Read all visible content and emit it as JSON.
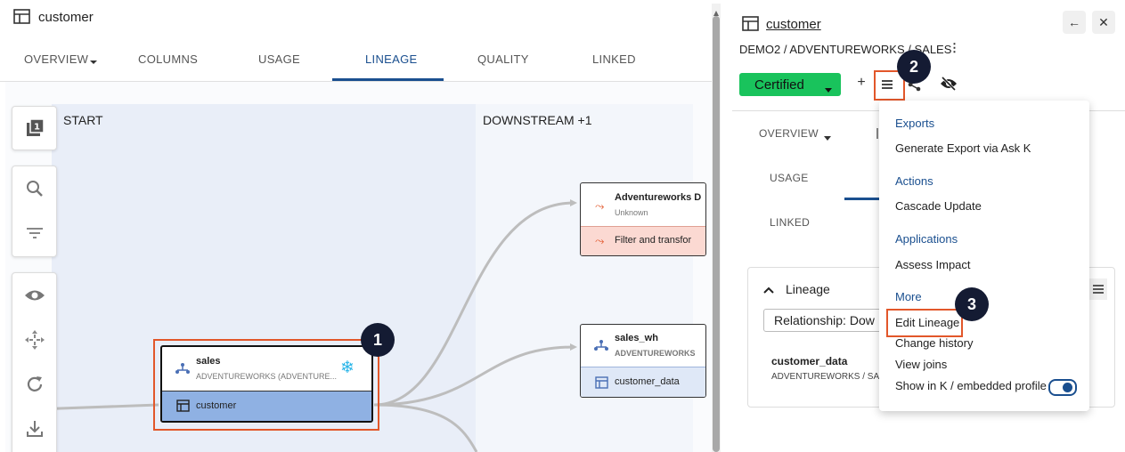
{
  "left": {
    "title": "customer",
    "tabs": [
      "OVERVIEW",
      "COLUMNS",
      "USAGE",
      "LINEAGE",
      "QUALITY",
      "LINKED"
    ],
    "columns": {
      "start": "START",
      "downstream": "DOWNSTREAM +1"
    },
    "nodes": {
      "sales": {
        "title": "sales",
        "subtitle": "ADVENTUREWORKS (ADVENTURE...",
        "item": "customer"
      },
      "adventureworks": {
        "title": "Adventureworks D",
        "subtitle": "Unknown",
        "item": "Filter and transfor"
      },
      "sales_wh": {
        "title": "sales_wh",
        "subtitle": "ADVENTUREWORKS",
        "item": "customer_data"
      }
    }
  },
  "badges": [
    "1",
    "2",
    "3"
  ],
  "right": {
    "title": "customer",
    "breadcrumb": "DEMO2 / ADVENTUREWORKS / SALES",
    "certified": "Certified",
    "tabs": {
      "overview": "OVERVIEW",
      "usage": "USAGE",
      "linked": "LINKED"
    },
    "lineage_section": {
      "title": "Lineage",
      "relationship": "Relationship: Dow",
      "item_title": "customer_data",
      "item_sub": "ADVENTUREWORKS / SAL"
    },
    "menu": {
      "exports_heading": "Exports",
      "export_item": "Generate Export via Ask K",
      "actions_heading": "Actions",
      "cascade": "Cascade Update",
      "applications_heading": "Applications",
      "assess": "Assess Impact",
      "more_heading": "More",
      "edit_lineage": "Edit Lineage",
      "change_history": "Change history",
      "view_joins": "View joins",
      "show_in_k": "Show in K / embedded profile"
    }
  },
  "colors": {
    "accent": "#1a4f8f",
    "certified": "#19c35c",
    "highlight": "#e2572a",
    "badge": "#141b33"
  }
}
